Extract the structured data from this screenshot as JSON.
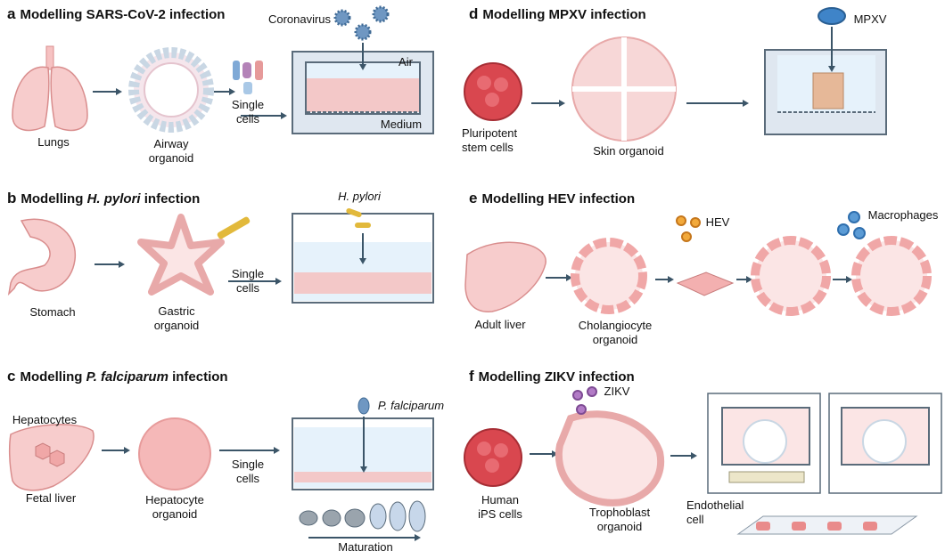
{
  "panels": {
    "a": {
      "letter": "a",
      "title_pre": "Modelling SARS-CoV-2 infection",
      "title_italic": "",
      "title_post": "",
      "labels": {
        "lungs": "Lungs",
        "airway": "Airway\norganoid",
        "single": "Single\ncells",
        "virus": "Coronavirus",
        "air": "Air",
        "medium": "Medium"
      }
    },
    "b": {
      "letter": "b",
      "title_pre": "Modelling ",
      "title_italic": "H. pylori",
      "title_post": " infection",
      "labels": {
        "stomach": "Stomach",
        "gastric": "Gastric\norganoid",
        "single": "Single\ncells",
        "pathogen": "H. pylori"
      }
    },
    "c": {
      "letter": "c",
      "title_pre": "Modelling ",
      "title_italic": "P. falciparum",
      "title_post": " infection",
      "labels": {
        "hepatocytes": "Hepatocytes",
        "fetal": "Fetal liver",
        "hep_org": "Hepatocyte\norganoid",
        "single": "Single\ncells",
        "pathogen": "P. falciparum",
        "maturation": "Maturation"
      }
    },
    "d": {
      "letter": "d",
      "title_pre": "Modelling MPXV infection",
      "title_italic": "",
      "title_post": "",
      "labels": {
        "psc": "Pluripotent\nstem cells",
        "skin": "Skin organoid",
        "virus": "MPXV"
      }
    },
    "e": {
      "letter": "e",
      "title_pre": "Modelling HEV infection",
      "title_italic": "",
      "title_post": "",
      "labels": {
        "liver": "Adult liver",
        "chol": "Cholangiocyte\norganoid",
        "virus": "HEV",
        "macro": "Macrophages"
      }
    },
    "f": {
      "letter": "f",
      "title_pre": "Modelling ZIKV infection",
      "title_italic": "",
      "title_post": "",
      "labels": {
        "ips": "Human\niPS cells",
        "troph": "Trophoblast\norganoid",
        "virus": "ZIKV",
        "endo": "Endothelial\ncell"
      }
    }
  }
}
